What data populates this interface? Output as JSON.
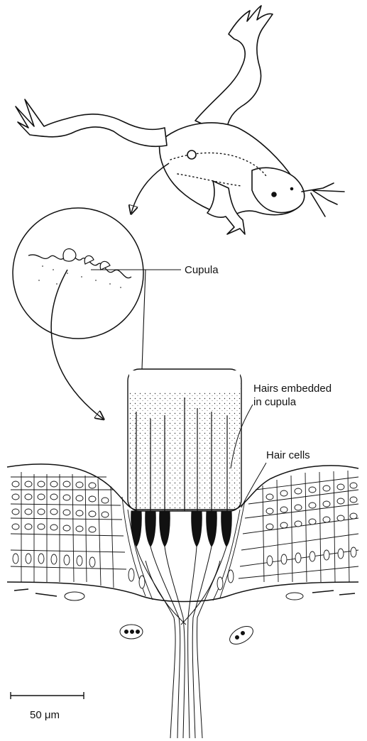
{
  "labels": {
    "cupula": "Cupula",
    "hairs_line1": "Hairs embedded",
    "hairs_line2": "in cupula",
    "hair_cells": "Hair cells",
    "scale_bar": "50 μm"
  },
  "colors": {
    "ink": "#111111",
    "paper": "#ffffff",
    "hair_cell_fill": "#111111"
  }
}
